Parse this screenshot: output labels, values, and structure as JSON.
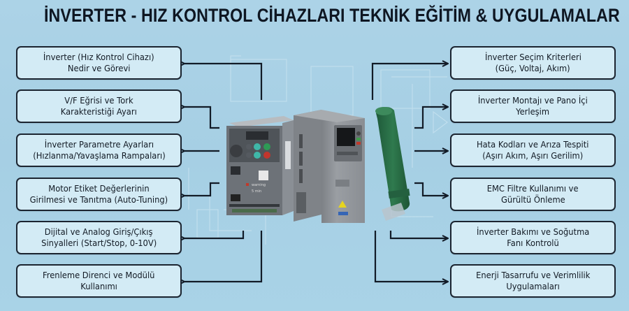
{
  "title": "İNVERTER - HIZ KONTROL CİHAZLARI TEKNİK EĞİTİM & UYGULAMALAR",
  "colors": {
    "background": "#a9d2e6",
    "box_fill": "#d3ebf5",
    "box_border": "#1b2430",
    "connector": "#121b27",
    "title_text": "#0e1622"
  },
  "left_topics": [
    {
      "line1": "İnverter (Hız Kontrol Cihazı)",
      "line2": "Nedir ve Görevi"
    },
    {
      "line1": "V/F Eğrisi ve Tork",
      "line2": "Karakteristiği Ayarı"
    },
    {
      "line1": "İnverter Parametre Ayarları",
      "line2": "(Hızlanma/Yavaşlama Rampaları)"
    },
    {
      "line1": "Motor Etiket Değerlerinin",
      "line2": "Girilmesi ve Tanıtma (Auto-Tuning)"
    },
    {
      "line1": "Dijital ve Analog Giriş/Çıkış",
      "line2": "Sinyalleri (Start/Stop, 0-10V)"
    },
    {
      "line1": "Frenleme Direnci ve Modülü",
      "line2": "Kullanımı"
    }
  ],
  "right_topics": [
    {
      "line1": "İnverter Seçim Kriterleri",
      "line2": "(Güç, Voltaj, Akım)"
    },
    {
      "line1": "İnverter Montajı ve Pano İçi",
      "line2": "Yerleşim"
    },
    {
      "line1": "Hata Kodları ve Arıza Tespiti",
      "line2": "(Aşırı Akım, Aşırı Gerilim)"
    },
    {
      "line1": "EMC Filtre Kullanımı ve",
      "line2": "Gürültü Önleme"
    },
    {
      "line1": "İnverter Bakımı ve Soğutma",
      "line2": "Fanı Kontrolü"
    },
    {
      "line1": "Enerji Tasarrufu ve Verimlilik",
      "line2": "Uygulamaları"
    }
  ],
  "center_image": {
    "items": [
      "small-inverter",
      "large-inverter",
      "braking-resistor"
    ],
    "small_inverter_labels": {
      "warning": "warning",
      "time": "5 min"
    }
  }
}
